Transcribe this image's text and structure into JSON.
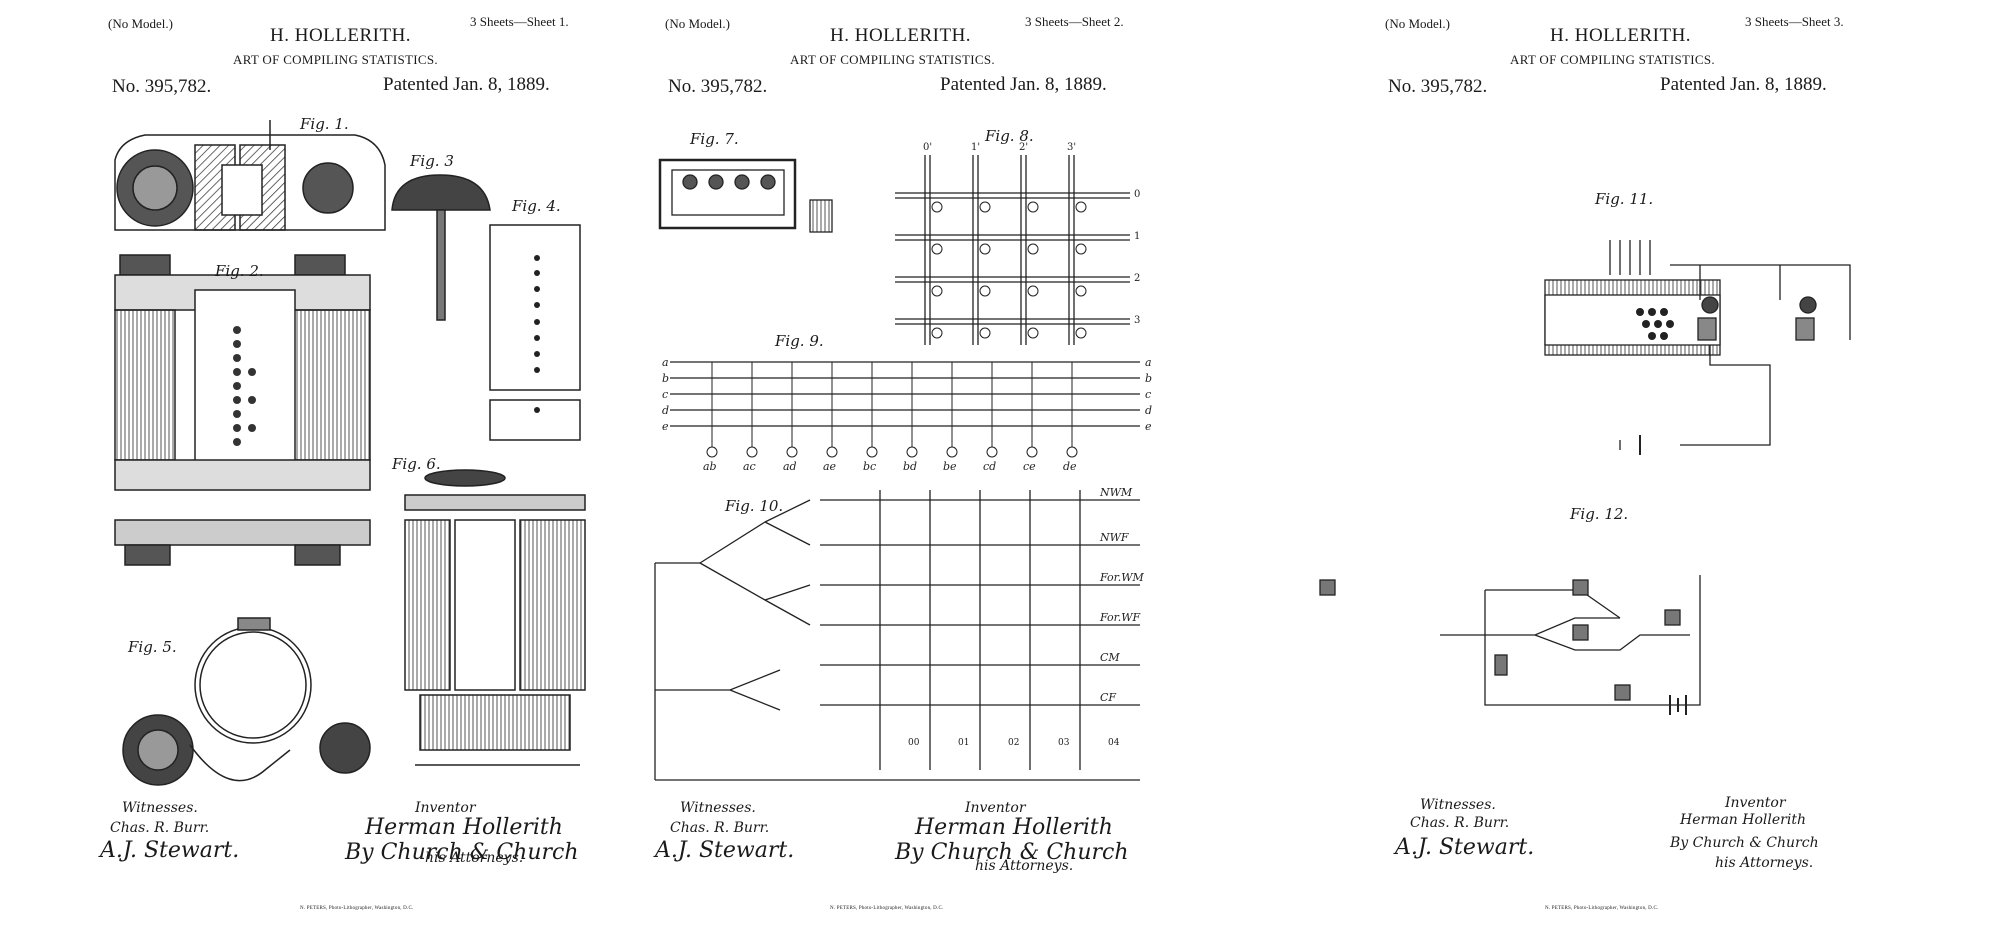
{
  "sheets": [
    {
      "no_model": "(No Model.)",
      "sheet_label": "3 Sheets—Sheet 1.",
      "inventor": "H. HOLLERITH.",
      "title": "ART OF COMPILING STATISTICS.",
      "patent_no": "No. 395,782.",
      "patent_date": "Patented Jan. 8, 1889.",
      "figures": [
        "Fig. 1.",
        "Fig. 2.",
        "Fig. 3",
        "Fig. 4.",
        "Fig. 5.",
        "Fig. 6."
      ],
      "witnesses_label": "Witnesses.",
      "witness_1": "Chas. R. Burr.",
      "witness_2": "A.J. Stewart.",
      "inventor_label": "Inventor",
      "inventor_signature": "Herman Hollerith",
      "attorneys_signature": "By Church & Church",
      "attorneys_label": "his Attorneys.",
      "footer": "N. PETERS, Photo-Lithographer, Washington, D.C."
    },
    {
      "no_model": "(No Model.)",
      "sheet_label": "3 Sheets—Sheet 2.",
      "inventor": "H. HOLLERITH.",
      "title": "ART OF COMPILING STATISTICS.",
      "patent_no": "No. 395,782.",
      "patent_date": "Patented Jan. 8, 1889.",
      "figures": [
        "Fig. 7.",
        "Fig. 8.",
        "Fig. 9.",
        "Fig. 10."
      ],
      "fig8_cols": [
        "0'",
        "1'",
        "2'",
        "3'"
      ],
      "fig8_rows": [
        "0",
        "1",
        "2",
        "3"
      ],
      "fig9_lines": [
        "a",
        "b",
        "c",
        "d",
        "e"
      ],
      "fig9_taps": [
        "ab",
        "ac",
        "ad",
        "ae",
        "bc",
        "bd",
        "be",
        "cd",
        "ce",
        "de"
      ],
      "fig10_outputs": [
        "NWM",
        "NWF",
        "For.WM",
        "For.WF",
        "CM",
        "CF"
      ],
      "fig10_bottom": [
        "00",
        "01",
        "02",
        "03",
        "04"
      ],
      "witnesses_label": "Witnesses.",
      "witness_1": "Chas. R. Burr.",
      "witness_2": "A.J. Stewart.",
      "inventor_label": "Inventor",
      "inventor_signature": "Herman Hollerith",
      "attorneys_signature": "By Church & Church",
      "attorneys_label": "his Attorneys.",
      "footer": "N. PETERS, Photo-Lithographer, Washington, D.C."
    },
    {
      "no_model": "(No Model.)",
      "sheet_label": "3 Sheets—Sheet 3.",
      "inventor": "H. HOLLERITH.",
      "title": "ART OF COMPILING STATISTICS.",
      "patent_no": "No. 395,782.",
      "patent_date": "Patented Jan. 8, 1889.",
      "figures": [
        "Fig. 11.",
        "Fig. 12."
      ],
      "witnesses_label": "Witnesses.",
      "witness_1": "Chas. R. Burr.",
      "witness_2": "A.J. Stewart.",
      "inventor_label": "Inventor",
      "inventor_signature": "Herman Hollerith",
      "attorneys_signature": "By Church & Church",
      "attorneys_label": "his Attorneys.",
      "footer": "N. PETERS, Photo-Lithographer, Washington, D.C."
    }
  ]
}
